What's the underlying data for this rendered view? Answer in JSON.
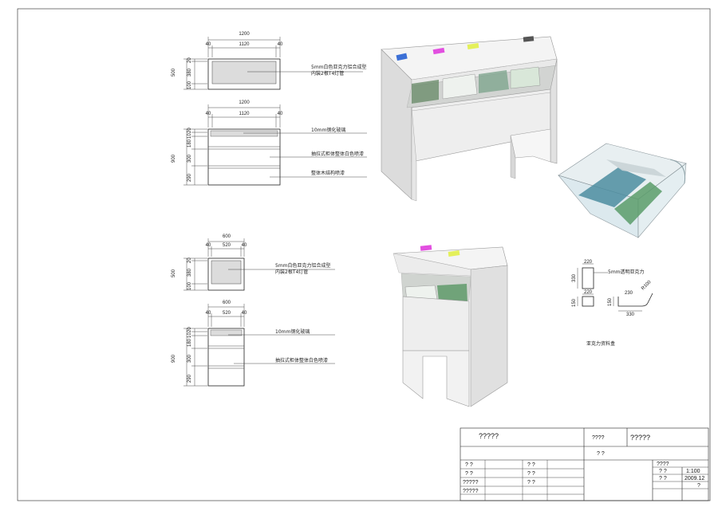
{
  "wide_elevations": {
    "top_view": {
      "overall": "1200",
      "inner": "1120",
      "side_left": "40",
      "side_right": "40",
      "depth": "500",
      "depth_parts": [
        "20",
        "380",
        "100"
      ],
      "note_line1": "5mm白色亚克力铝合成型",
      "note_line2": "内装2根T4灯管"
    },
    "front_view": {
      "overall": "1200",
      "inner": "1120",
      "side_left": "40",
      "side_right": "40",
      "height": "900",
      "height_parts": [
        "20",
        "10",
        "180",
        "300",
        "290"
      ],
      "note_glass": "10mm钢化玻璃",
      "note_drawer": "抽拉式柜体整体白色喷漆",
      "note_body": "整体木结构喷漆"
    }
  },
  "narrow_elevations": {
    "top_view": {
      "overall": "600",
      "inner": "520",
      "side_left": "40",
      "side_right": "40",
      "depth": "500",
      "depth_parts": [
        "20",
        "380",
        "100"
      ],
      "note_line1": "5mm白色亚克力铝合成型",
      "note_line2": "内装2根T4灯管"
    },
    "front_view": {
      "overall": "600",
      "inner": "520",
      "side_left": "40",
      "side_right": "40",
      "height": "900",
      "height_parts": [
        "20",
        "10",
        "180",
        "300",
        "290"
      ],
      "note_glass": "10mm钢化玻璃",
      "note_drawer": "抽拉式柜体整体白色喷漆"
    }
  },
  "acrylic_box": {
    "top_w": "220",
    "top_h": "330",
    "label": "5mm透明亚克力",
    "side_top": "220",
    "side_h": "150",
    "bottom_h": "150",
    "slope_w": "230",
    "radius": "R100",
    "bottom_w": "330",
    "caption": "亚克力资料盒"
  },
  "title_block": {
    "project": "?????",
    "label_a": "????",
    "value_a": "?????",
    "sub_a": "? ?",
    "row_labels": [
      "? ?",
      "? ?",
      "?????",
      "?????"
    ],
    "row_labels_mid": [
      "? ?",
      "? ?",
      "? ?"
    ],
    "label_scale": "????",
    "scale_key": "? ?",
    "scale": "1:100",
    "date_key": "? ?",
    "date": "2009.12",
    "sheet_key": "?"
  },
  "colors": {
    "accent_blue": "#3b6fd6",
    "accent_pink": "#e24fe0",
    "accent_yellow": "#e4f05a",
    "accent_dark": "#555555"
  }
}
